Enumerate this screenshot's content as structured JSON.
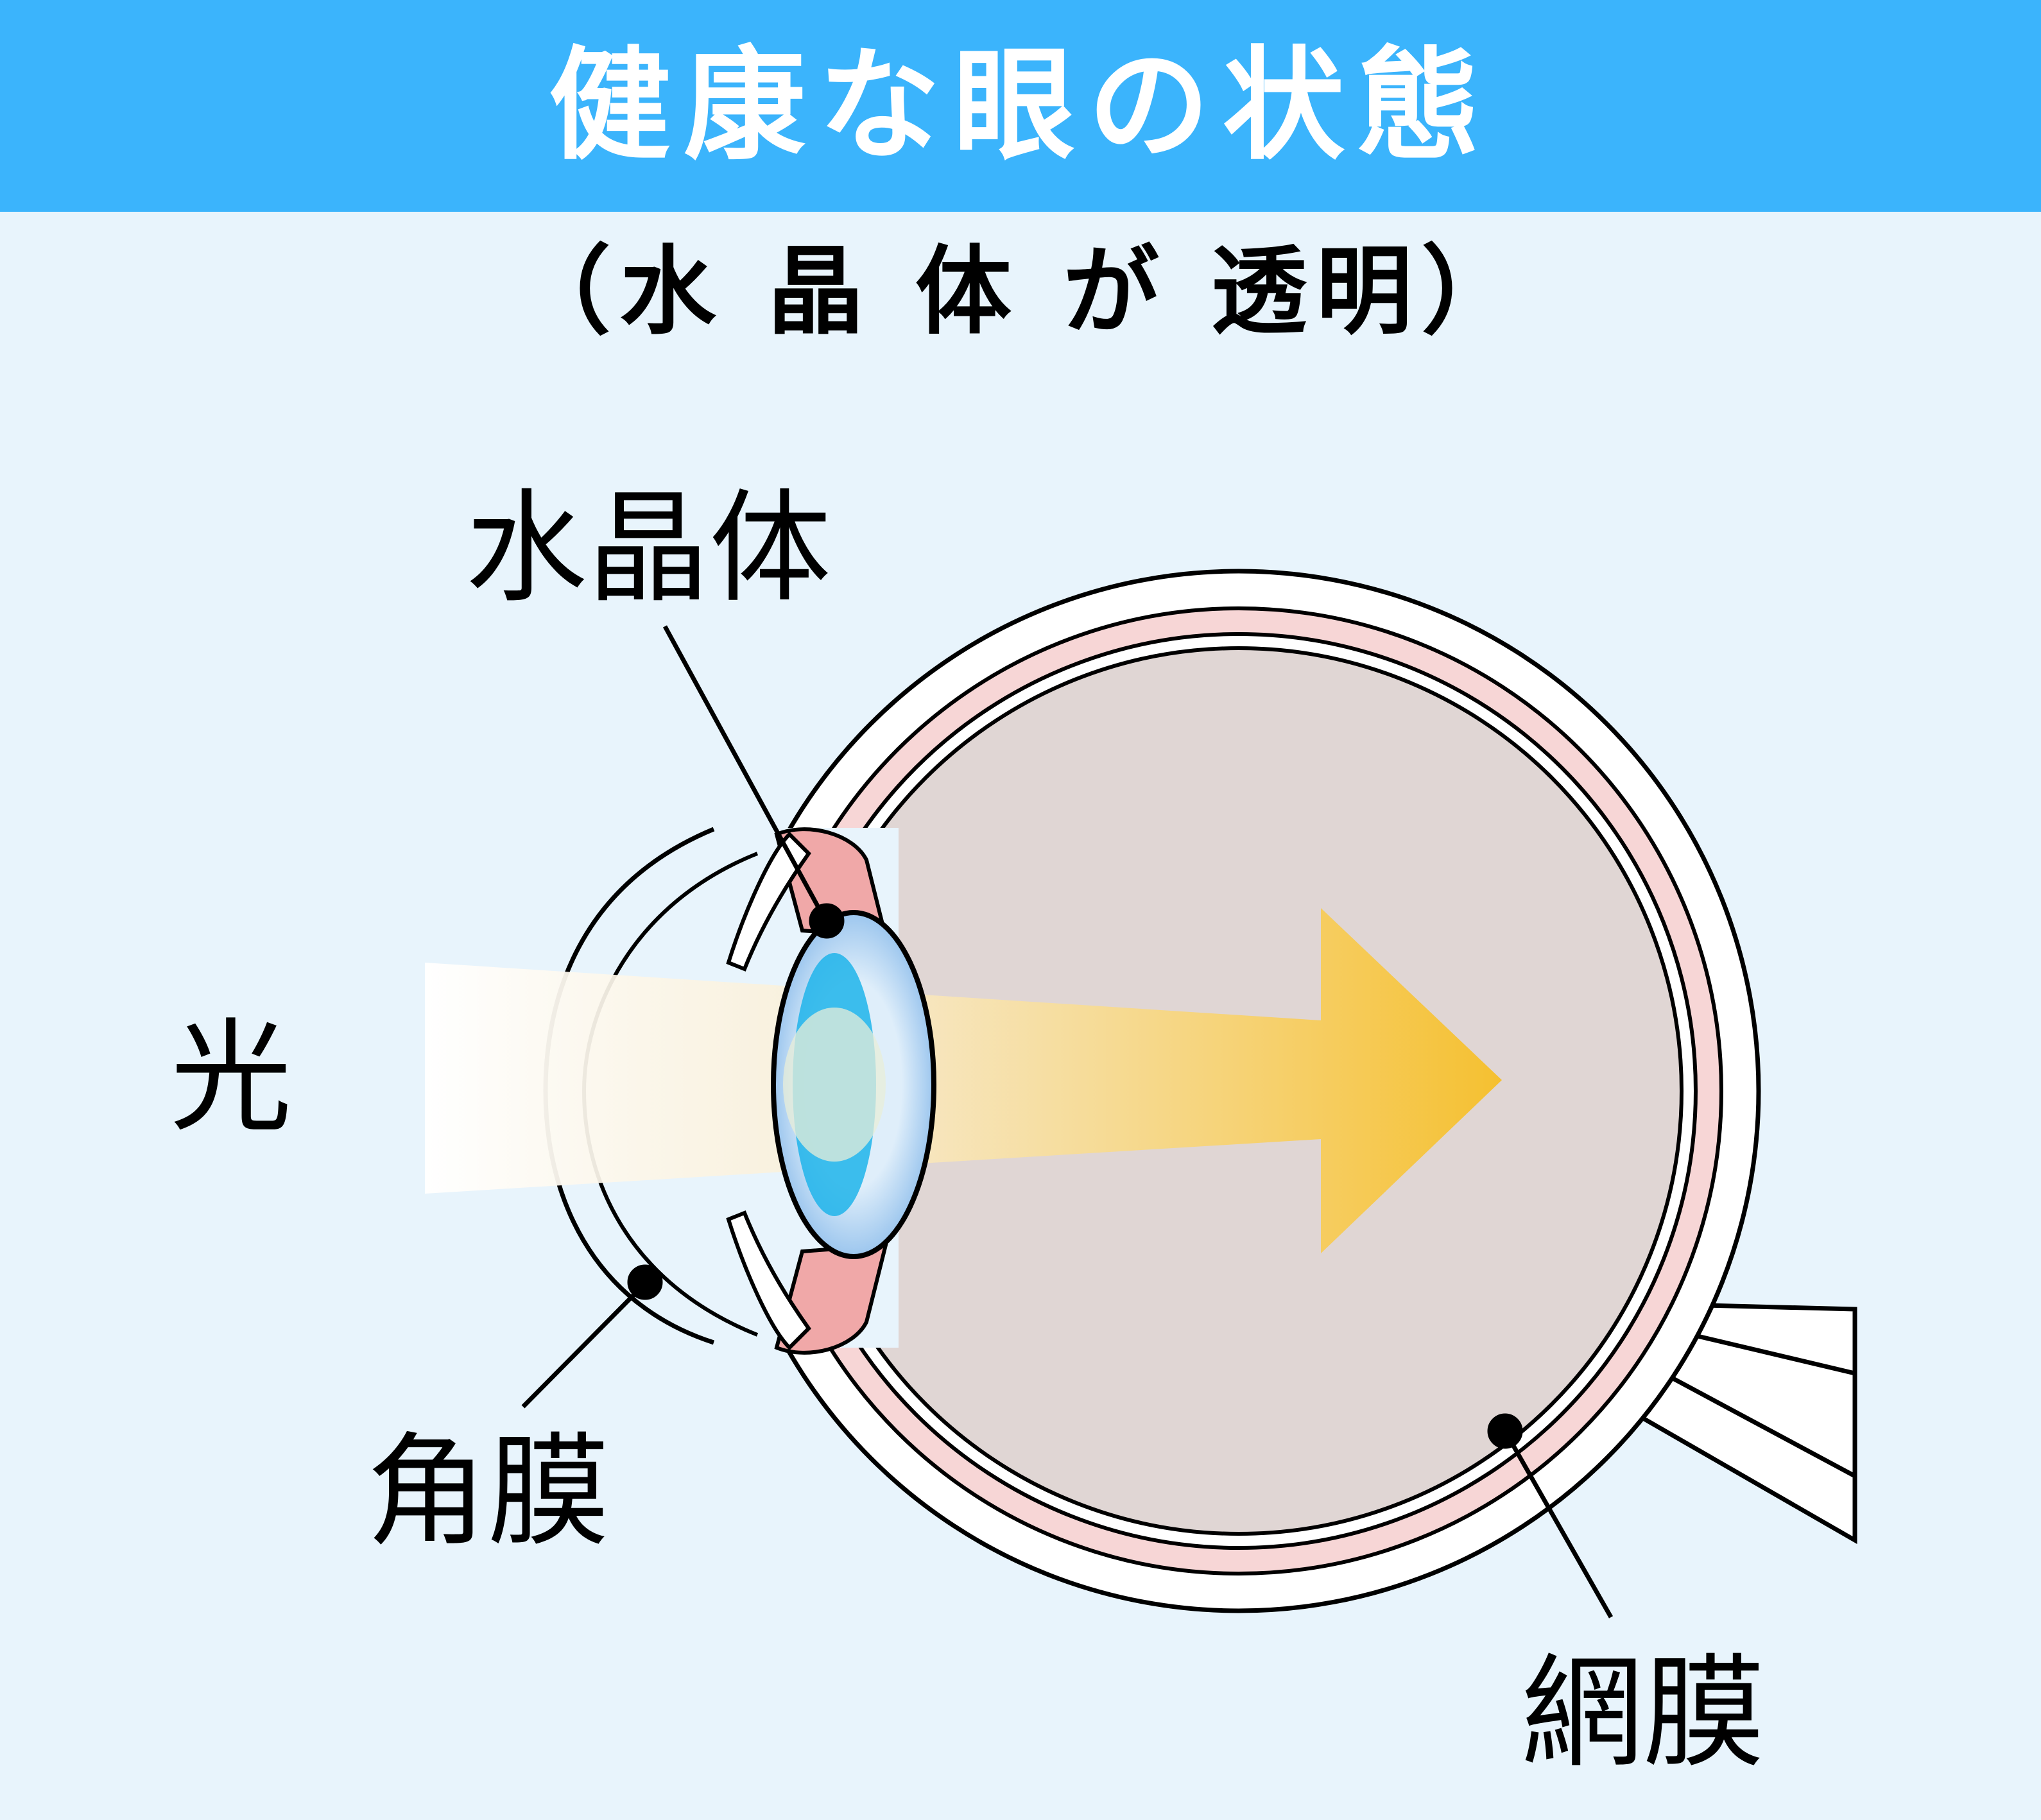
{
  "header": {
    "title": "健康な眼の状態",
    "background": "#3bb4fc"
  },
  "subtitle": "（水 晶 体 が 透明）",
  "labels": {
    "lens": "水晶体",
    "light": "光",
    "cornea": "角膜",
    "retina": "網膜"
  },
  "colors": {
    "background": "#e8f4fc",
    "eyeball_interior": "#e0d6d4",
    "choroid": "#f7d6d6",
    "ciliary": "#f0a8a8",
    "lens_outer": "#a8cdf0",
    "lens_inner": "#1eb4ea",
    "light_beam": "#f5c030"
  }
}
